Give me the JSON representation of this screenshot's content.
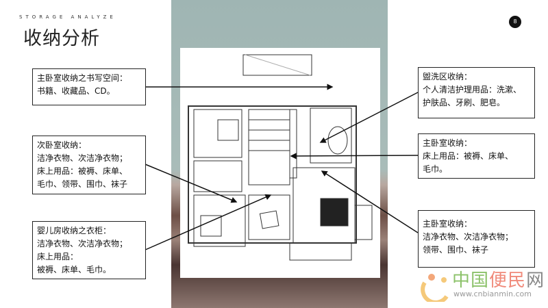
{
  "header": {
    "subtitle": "STORAGE ANALYZE",
    "title": "收纳分析",
    "page_number": "8"
  },
  "callouts": [
    {
      "lines": [
        "主卧室收纳之书写空间：",
        "书籍、收藏品、CD。"
      ]
    },
    {
      "lines": [
        "次卧室收纳：",
        "洁净衣物、次洁净衣物；",
        "床上用品：被褥、床单、",
        "毛巾、领带、围巾、袜子"
      ]
    },
    {
      "lines": [
        "婴儿房收纳之衣柜：",
        "洁净衣物、次洁净衣物；",
        "床上用品：",
        "被褥、床单、毛巾。"
      ]
    },
    {
      "lines": [
        "盥洗区收纳：",
        "个人清洁护理用品：洗漱、",
        "护肤品、牙刷、肥皂。"
      ]
    },
    {
      "lines": [
        "主卧室收纳：",
        "床上用品：被褥、床单、",
        "毛巾。"
      ]
    },
    {
      "lines": [
        "主卧室收纳：",
        "洁净衣物、次洁净衣物；",
        "领带、围巾、袜子"
      ]
    }
  ],
  "watermark": {
    "chars": [
      "中",
      "国",
      "便",
      "民",
      "网"
    ],
    "url": "www.cnbianmin.com",
    "colors": [
      "#8cc26a",
      "#8cc26a",
      "#f08a7a",
      "#f08a7a",
      "#888888"
    ]
  }
}
